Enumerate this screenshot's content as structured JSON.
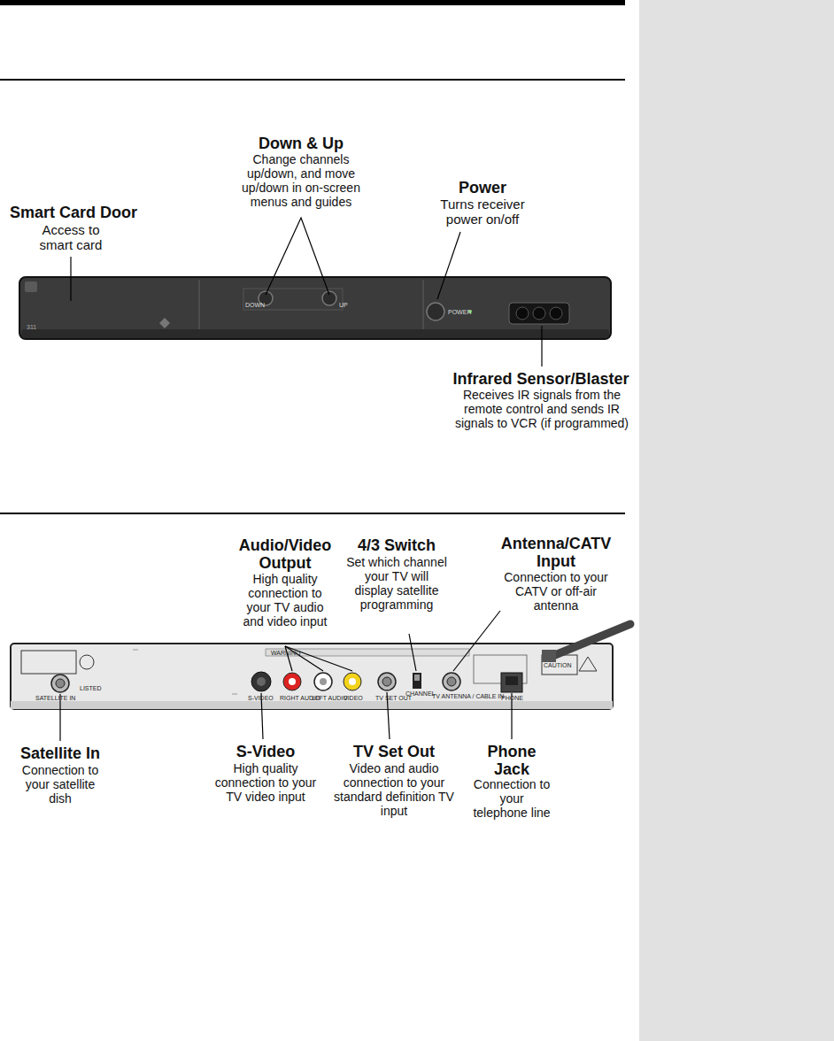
{
  "diagram": {
    "labels": [
      "Smart Card Door",
      "Access to smart card",
      "Down & Up",
      "Change channels up/down, and move up/down in on-screen menus and guides",
      "Power",
      "Turns receiver power on/off",
      "Infrared Sensor/Blaster",
      "Receives IR signals from the remote control and sends IR signals to VCR (if programmed)",
      "Audio/Video Output",
      "High quality connection to your TV audio and video input",
      "4/3 Switch",
      "Set which channel your TV will display satellite programming",
      "Antenna/CATV Input",
      "Connection to your CATV or off-air antenna",
      "Satellite In",
      "Connection to your satellite dish",
      "S-Video",
      "High quality connection to your TV video input",
      "TV Set Out",
      "Video and audio connection to your standard definition TV input",
      "Phone Jack",
      "Connection to your telephone line",
      "DOWN",
      "UP",
      "POWER",
      "311",
      "S-VIDEO",
      "RIGHT AUDIO",
      "LEFT AUDIO",
      "VIDEO",
      "TV SET OUT",
      "CHANNEL",
      "TV ANTENNA / CABLE IN",
      "PHONE",
      "CAUTION",
      "WARNING",
      "LISTED",
      "SATELLITE IN"
    ]
  }
}
